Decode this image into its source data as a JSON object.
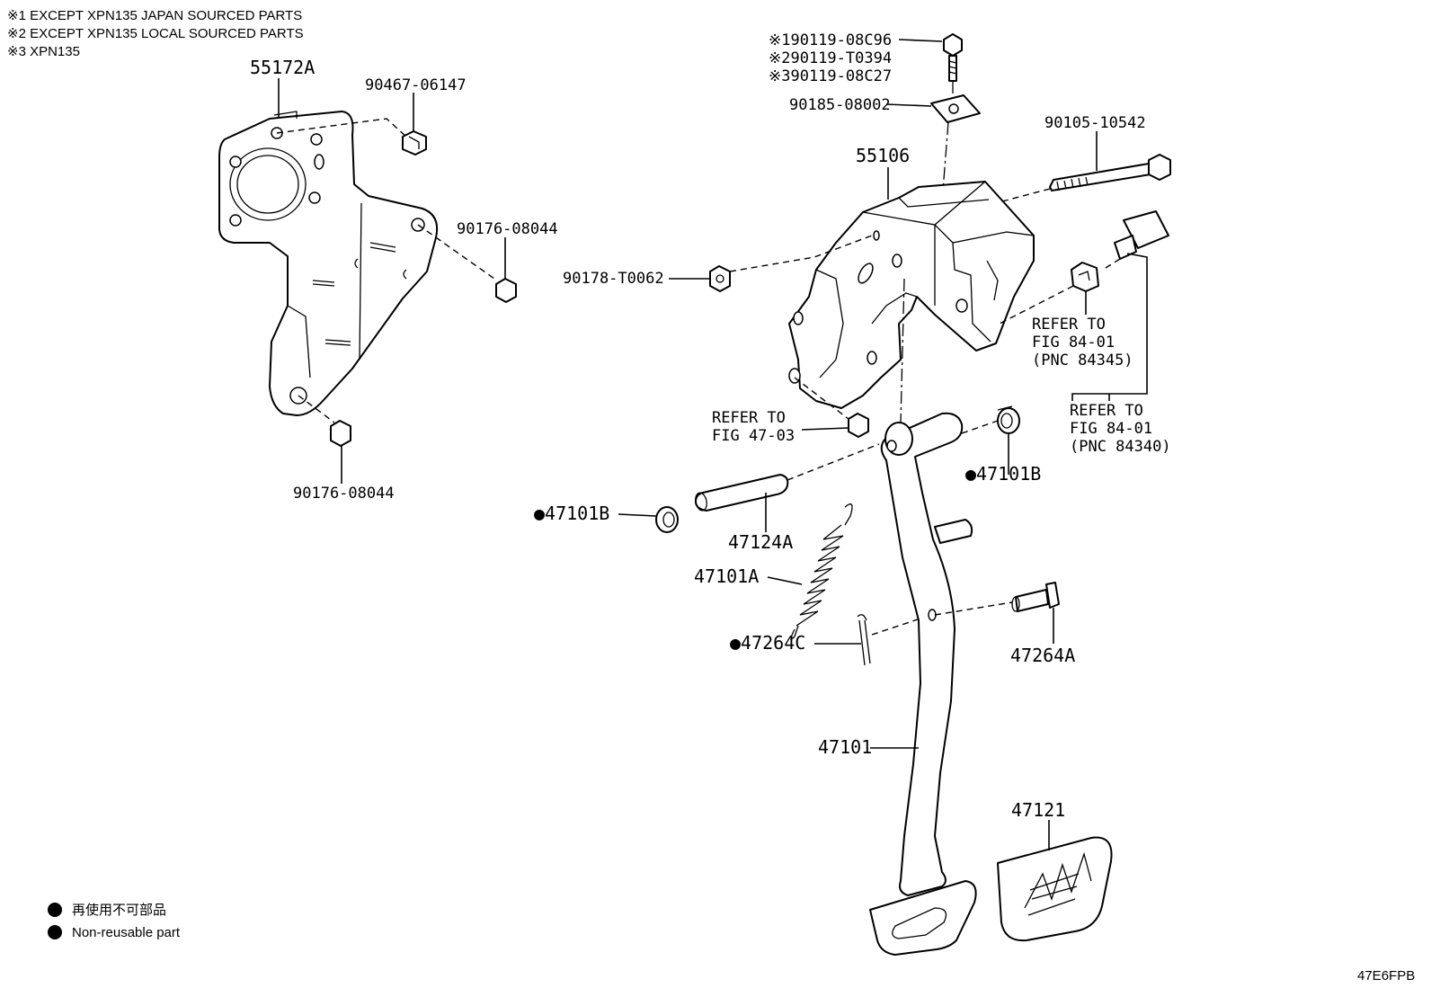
{
  "notes": [
    "※1 EXCEPT XPN135 JAPAN SOURCED PARTS",
    "※2 EXCEPT XPN135 LOCAL SOURCED PARTS",
    "※3 XPN135"
  ],
  "labels": {
    "p55172a": "55172A",
    "p90467": "90467-06147",
    "p90176a": "90176-08044",
    "p90176b": "90176-08044",
    "p90119_1": "※190119-08C96",
    "p90119_2": "※290119-T0394",
    "p90119_3": "※390119-08C27",
    "p90185": "90185-08002",
    "p90105": "90105-10542",
    "p55106": "55106",
    "p90178": "90178-T0062",
    "p47101b_r": "●47101B",
    "p47101b_l": "●47101B",
    "p47124a": "47124A",
    "p47101a": "47101A",
    "p47264c": "●47264C",
    "p47264a": "47264A",
    "p47101": "47101",
    "p47121": "47121"
  },
  "refs": {
    "ref_47_03": [
      "REFER TO",
      "FIG 47-03"
    ],
    "ref_84345": [
      "REFER TO",
      "FIG 84-01",
      "(PNC 84345)"
    ],
    "ref_84340": [
      "REFER TO",
      "FIG 84-01",
      "(PNC 84340)"
    ]
  },
  "legend": {
    "jp": "再使用不可部品",
    "en": "Non-reusable part"
  },
  "figure_code": "47E6FPB"
}
